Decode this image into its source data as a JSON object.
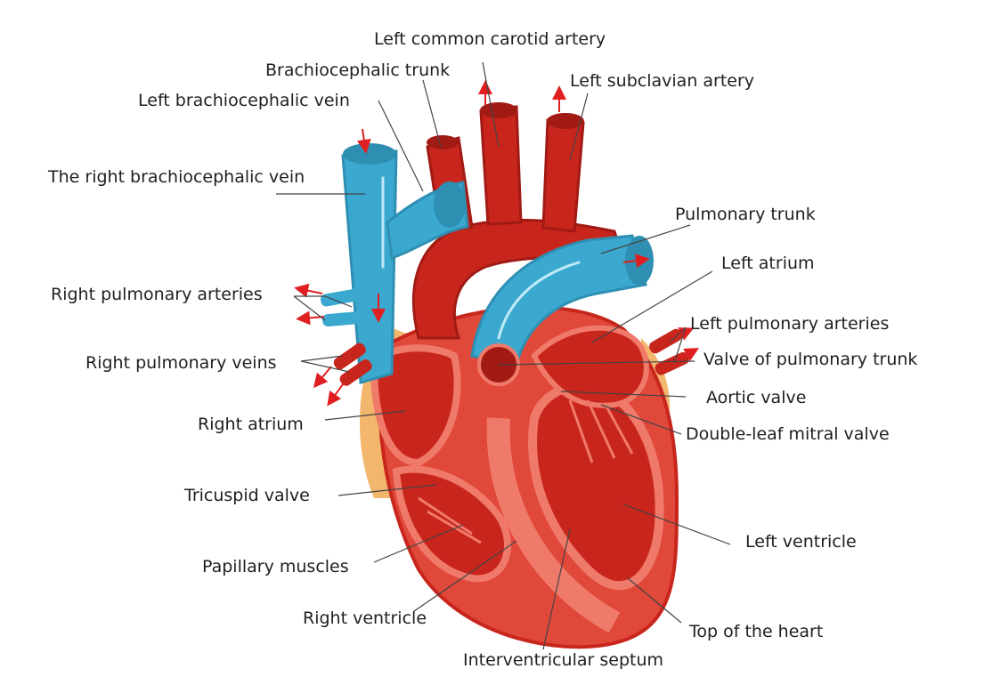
{
  "diagram": {
    "labels": {
      "left_common_carotid_artery": "Left common carotid artery",
      "brachiocephalic_trunk": "Brachiocephalic trunk",
      "left_subclavian_artery": "Left subclavian artery",
      "left_brachiocephalic_vein": "Left brachiocephalic vein",
      "right_brachiocephalic_vein": "The right brachiocephalic vein",
      "pulmonary_trunk": "Pulmonary trunk",
      "left_atrium": "Left atrium",
      "right_pulmonary_arteries": "Right pulmonary arteries",
      "left_pulmonary_arteries": "Left pulmonary arteries",
      "right_pulmonary_veins": "Right pulmonary veins",
      "valve_of_pulmonary_trunk": "Valve of pulmonary trunk",
      "aortic_valve": "Aortic valve",
      "right_atrium": "Right atrium",
      "double_leaf_mitral_valve": "Double-leaf mitral valve",
      "tricuspid_valve": "Tricuspid valve",
      "left_ventricle": "Left ventricle",
      "papillary_muscles": "Papillary muscles",
      "right_ventricle": "Right ventricle",
      "top_of_the_heart": "Top of the heart",
      "interventricular_septum": "Interventricular septum"
    },
    "colors": {
      "vein_blue": "#3ba9cf",
      "vein_blue_dark": "#2f8fb3",
      "artery_red": "#c8261d",
      "artery_red_dark": "#a11a14",
      "muscle_red": "#e0483a",
      "muscle_light": "#f07a6a",
      "fat_yellow": "#f2b66d",
      "arrow_red": "#e02020",
      "leader_line": "#444444"
    }
  }
}
